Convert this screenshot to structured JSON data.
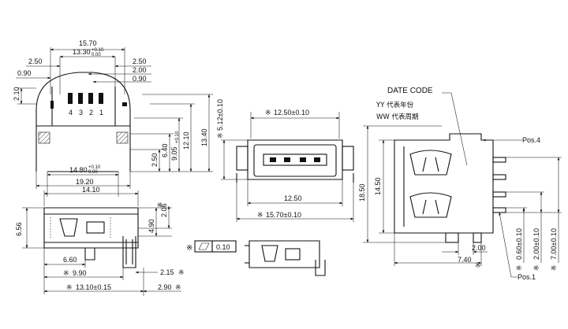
{
  "top_left_view": {
    "dims": {
      "overall_width": "15.70",
      "inner_width_main": "13.30",
      "inner_width_tol_upper": "+0.10",
      "inner_width_tol_lower": "0.00",
      "left_offset": "2.50",
      "right_offset": "2.50",
      "pin_pitch_span": "2.00",
      "left_small": "0.90",
      "right_small": "0.90",
      "top_height": "2.10",
      "bottom_inner_main": "14.80",
      "bottom_inner_tol_upper": "+0.10",
      "bottom_inner_tol_lower": "0.00",
      "bottom_width": "19.20",
      "height_1": "2.50",
      "height_2": "6.40",
      "height_3_main": "9.05",
      "height_3_tol": "+0.10",
      "height_4": "12.10",
      "height_5": "13.40"
    },
    "pin_labels": [
      "4",
      "3",
      "2",
      "1"
    ]
  },
  "bottom_left_view": {
    "dims": {
      "top_width": "14.10",
      "height": "6.56",
      "pin_height": "4.90",
      "right_height": "2.06",
      "right_height_mark": "※",
      "flatness_mark": "※",
      "flatness_value": "0.10",
      "dim_a": "6.60",
      "dim_b": "9.90",
      "dim_b_mark": "※",
      "dim_c": "2.15",
      "dim_c_mark": "※",
      "dim_d": "13.10±0.15",
      "dim_d_mark": "※",
      "dim_e": "2.90",
      "dim_e_mark": "※"
    }
  },
  "front_view": {
    "dims": {
      "top_width": "12.50±0.10",
      "top_width_mark": "※",
      "height": "5.12±0.10",
      "height_mark": "※",
      "inner_width": "12.50",
      "bottom_width": "15.70±0.10",
      "bottom_width_mark": "※"
    }
  },
  "right_view": {
    "date_code_title": "DATE CODE",
    "date_code_lines": [
      "YY 代表年份",
      "WW 代表周期"
    ],
    "pos_top": "Pos.4",
    "pos_bottom": "Pos.1",
    "dims": {
      "height_outer": "18.50",
      "height_inner": "14.50",
      "dim_a": "2.00",
      "dim_b": "7.40",
      "dim_b_mark": "※",
      "pitch_1": "0.60±0.10",
      "pitch_1_mark": "※",
      "pitch_2": "2.00±0.10",
      "pitch_2_mark": "※",
      "pitch_3": "7.00±0.10",
      "pitch_3_mark": "※"
    }
  }
}
